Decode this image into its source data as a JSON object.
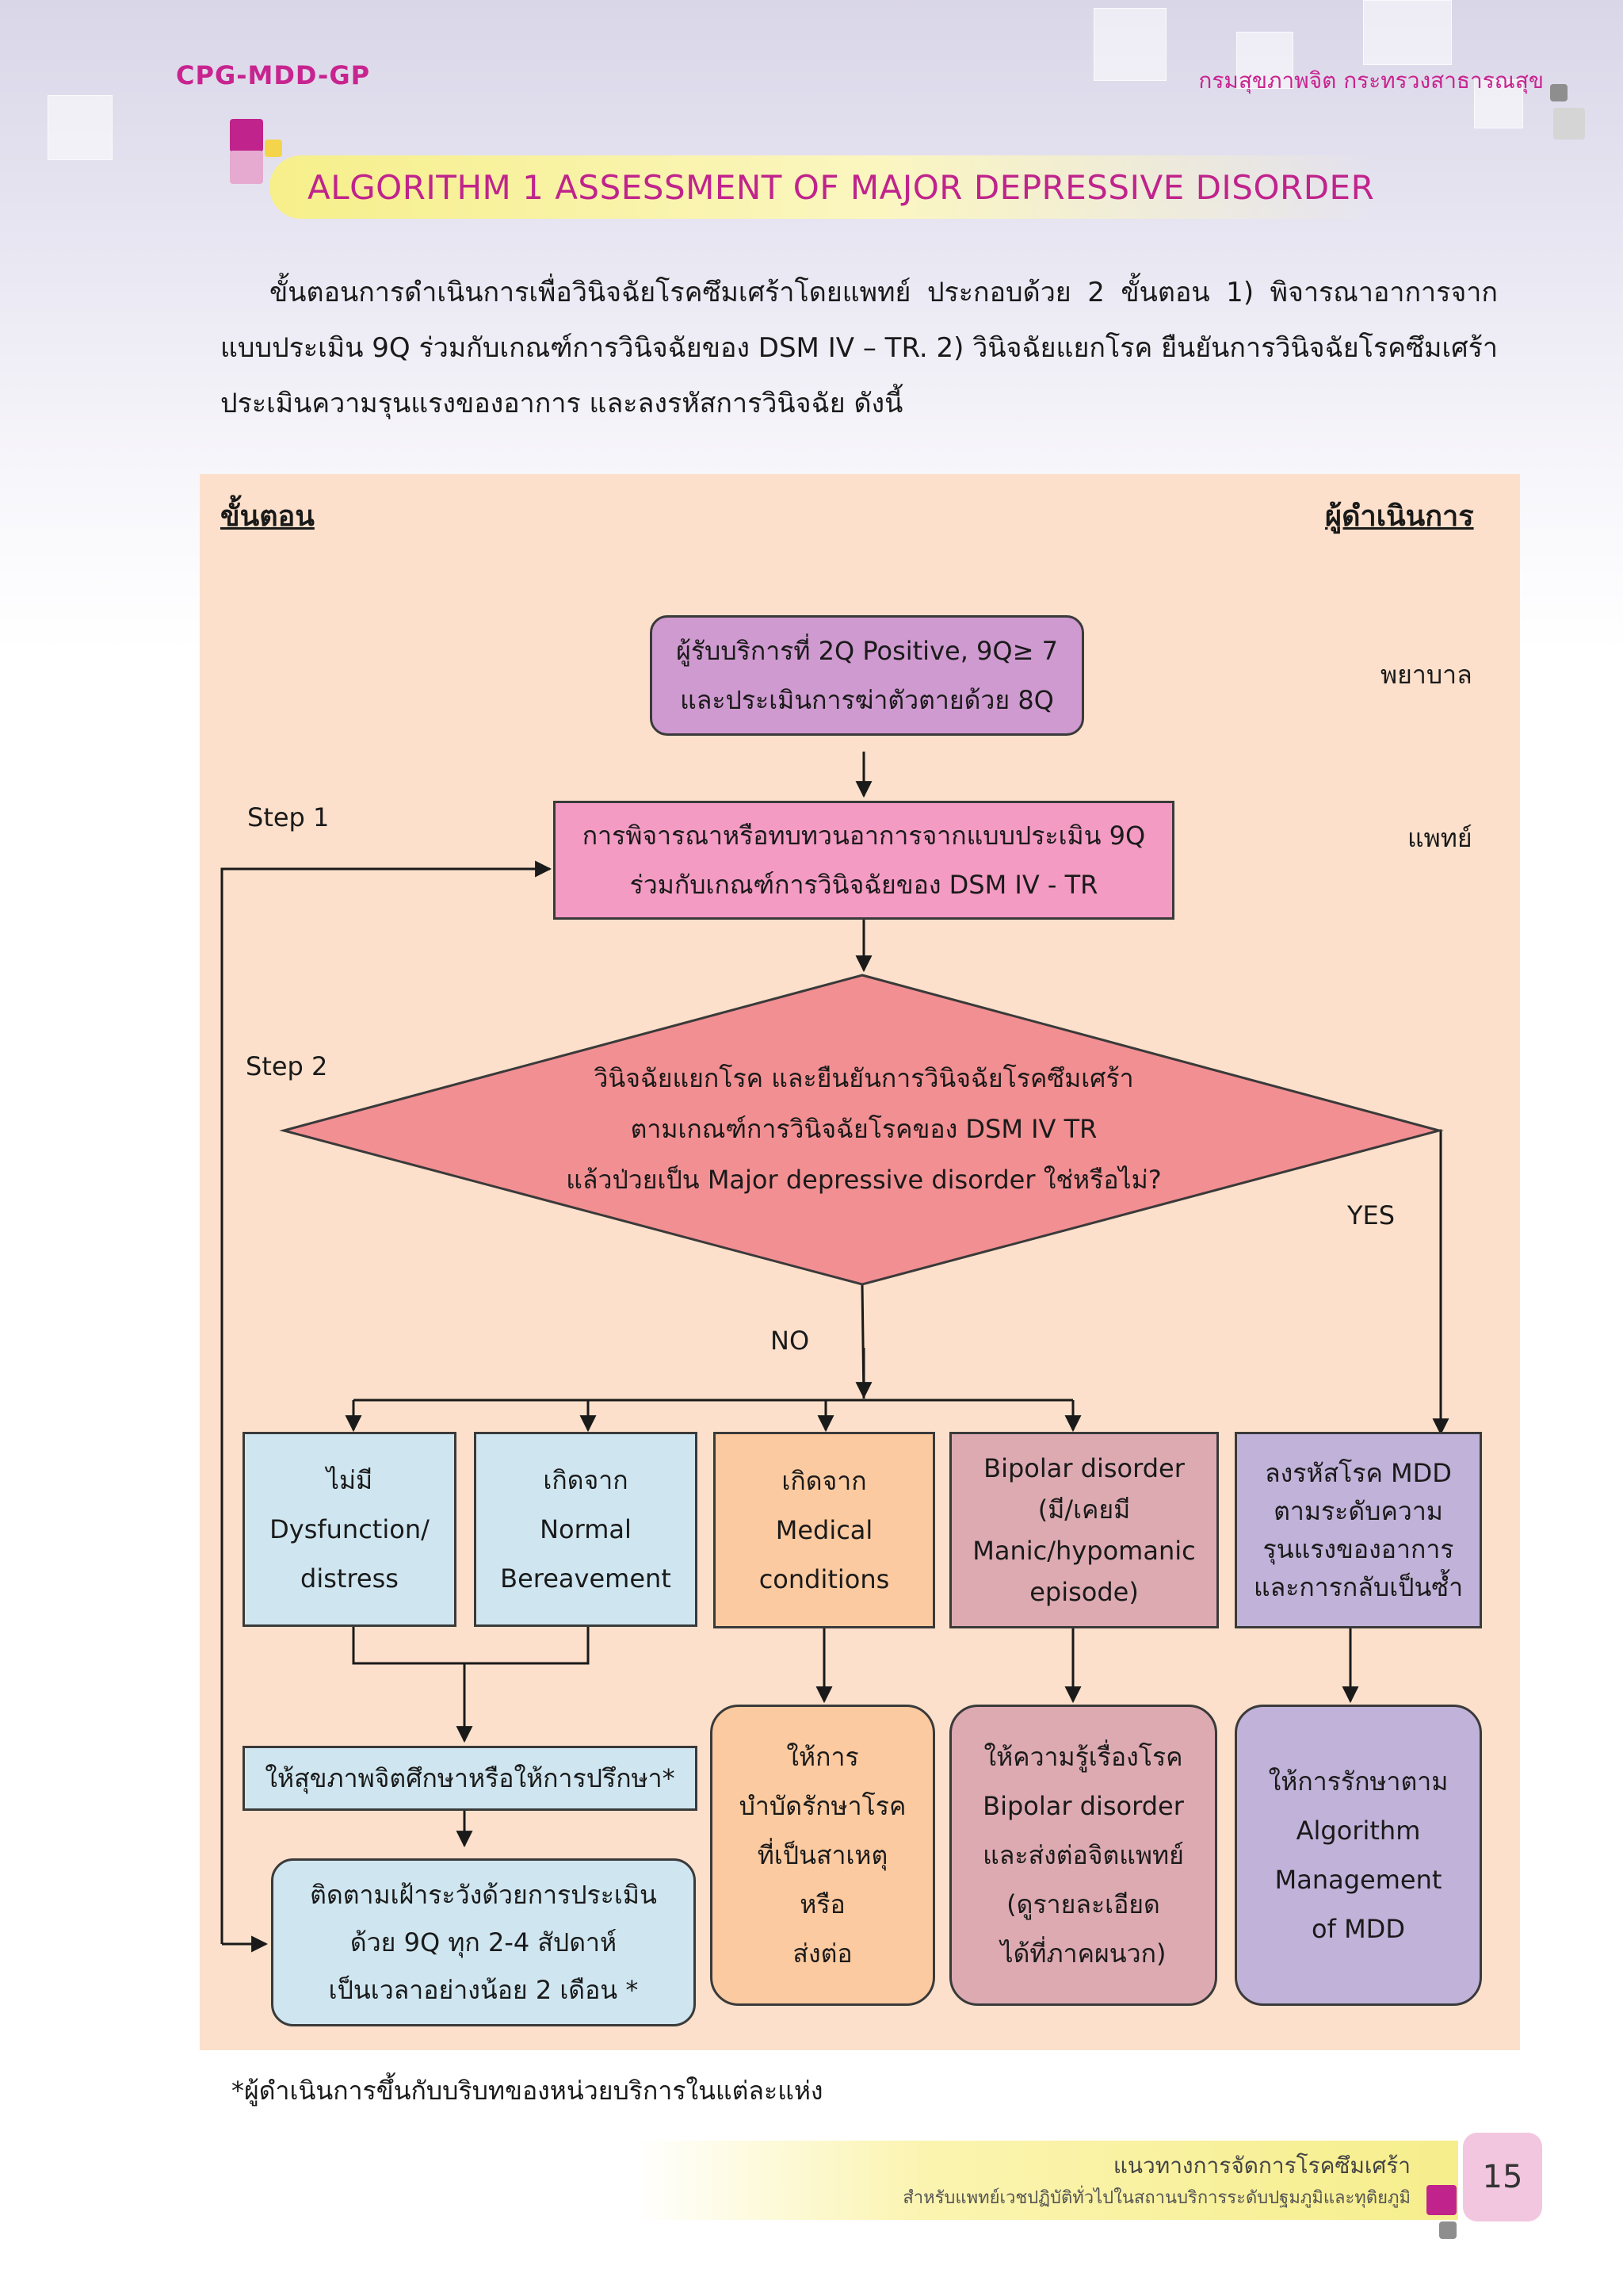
{
  "header": {
    "doc_code": "CPG-MDD-GP",
    "department": "กรมสุขภาพจิต กระทรวงสาธารณสุข"
  },
  "title": "ALGORITHM 1 ASSESSMENT OF MAJOR DEPRESSIVE DISORDER",
  "intro": "ขั้นตอนการดำเนินการเพื่อวินิจฉัยโรคซึมเศร้าโดยแพทย์ ประกอบด้วย 2 ขั้นตอน 1) พิจารณาอาการจากแบบประเมิน 9Q ร่วมกับเกณฑ์การวินิจฉัยของ DSM IV – TR. 2) วินิจฉัยแยกโรค ยืนยันการวินิจฉัยโรคซึมเศร้า ประเมินความรุนแรงของอาการ และลงรหัสการวินิจฉัย ดังนี้",
  "diagram": {
    "col_steps": "ขั้นตอน",
    "col_actor": "ผู้ดำเนินการ",
    "roles": {
      "nurse": "พยาบาล",
      "doctor": "แพทย์"
    },
    "steps": {
      "step1": "Step 1",
      "step2": "Step 2"
    },
    "start": [
      "ผู้รับบริการที่ 2Q Positive, 9Q≥ 7",
      "และประเมินการฆ่าตัวตายด้วย 8Q"
    ],
    "review": [
      "การพิจารณาหรือทบทวนอาการจากแบบประเมิน 9Q",
      "ร่วมกับเกณฑ์การวินิจฉัยของ DSM IV - TR"
    ],
    "decision": [
      "วินิจฉัยแยกโรค และยืนยันการวินิจฉัยโรคซึมเศร้า",
      "ตามเกณฑ์การวินิจฉัยโรคของ DSM IV TR",
      "แล้วป่วยเป็น Major depressive disorder ใช่หรือไม่?"
    ],
    "yes": "YES",
    "no": "NO",
    "outcomes": [
      [
        "ไม่มี",
        "Dysfunction/",
        "distress"
      ],
      [
        "เกิดจาก",
        "Normal",
        "Bereavement"
      ],
      [
        "เกิดจาก",
        "Medical",
        "conditions"
      ],
      [
        "Bipolar disorder",
        "(มี/เคยมี",
        "Manic/hypomanic",
        "episode)"
      ],
      [
        "ลงรหัสโรค MDD",
        "ตามระดับความ",
        "รุนแรงของอาการ",
        "และการกลับเป็นซ้ำ"
      ]
    ],
    "education": "ให้สุขภาพจิตศึกษาหรือให้การปรึกษา*",
    "followup": [
      "ติดตามเฝ้าระวังด้วยการประเมิน",
      "ด้วย 9Q ทุก 2-4 สัปดาห์",
      "เป็นเวลาอย่างน้อย 2 เดือน *"
    ],
    "treat_medical": [
      "ให้การ",
      "บำบัดรักษาโรค",
      "ที่เป็นสาเหตุ",
      "หรือ",
      "ส่งต่อ"
    ],
    "treat_bipolar": [
      "ให้ความรู้เรื่องโรค",
      "Bipolar disorder",
      "และส่งต่อจิตแพทย์",
      "(ดูรายละเอียด",
      "ได้ที่ภาคผนวก)"
    ],
    "treat_mdd": [
      "ให้การรักษาตาม",
      "Algorithm",
      "Management",
      "of MDD"
    ],
    "colors": {
      "panel": "#fce0cb",
      "start": "#cf9ad0",
      "review": "#f39bc3",
      "decision": "#f28f92",
      "blue": "#cfe6f0",
      "orange": "#fccaa0",
      "rose": "#ddaab2",
      "lilac": "#c1b2d9"
    }
  },
  "footnote": "*ผู้ดำเนินการขึ้นกับบริบทของหน่วยบริการในแต่ละแห่ง",
  "footer": {
    "title": "แนวทางการจัดการโรคซึมเศร้า",
    "subtitle": "สำหรับแพทย์เวชปฏิบัติทั่วไปในสถานบริการระดับปฐมภูมิและทุติยภูมิ",
    "page_number": "15"
  }
}
